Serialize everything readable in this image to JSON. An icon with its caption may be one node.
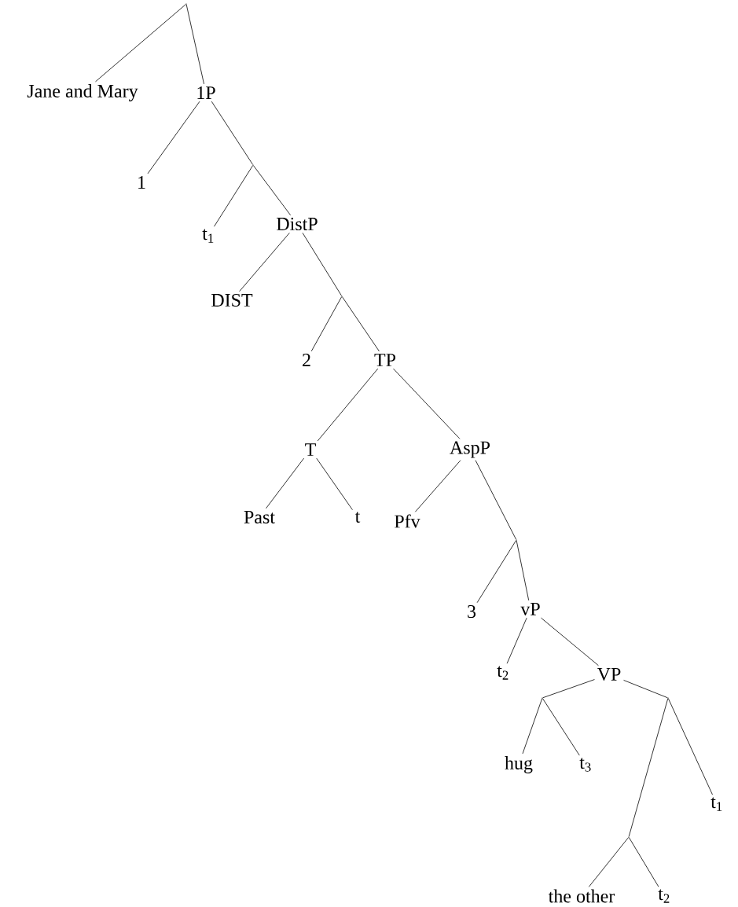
{
  "diagram": {
    "nodes": [
      {
        "text": [],
        "shape": "point"
      },
      {
        "text": [
          "Jane and Mary"
        ]
      },
      {
        "text": [
          "1P"
        ]
      },
      {
        "text": [
          "1"
        ]
      },
      {
        "text": [],
        "shape": "point"
      },
      {
        "text": [
          "t$_{1}$"
        ]
      },
      {
        "text": [
          "DistP"
        ]
      },
      {
        "text": [
          "DIST"
        ]
      },
      {
        "text": [],
        "shape": "point"
      },
      {
        "text": [
          "2"
        ]
      },
      {
        "text": [
          "TP"
        ]
      },
      {
        "text": [
          "T"
        ]
      },
      {
        "text": [
          "AspP"
        ]
      },
      {
        "text": [
          "Past"
        ]
      },
      {
        "text": [
          "t"
        ]
      },
      {
        "text": [
          "Pfv"
        ]
      },
      {
        "text": [],
        "shape": "point"
      },
      {
        "text": [
          "3"
        ]
      },
      {
        "text": [
          "vP"
        ]
      },
      {
        "text": [
          "t$_{2}$"
        ]
      },
      {
        "text": [
          "VP"
        ]
      },
      {
        "text": [],
        "shape": "point"
      },
      {
        "text": [],
        "shape": "point"
      },
      {
        "text": [
          "hug"
        ]
      },
      {
        "text": [
          "t$_{3}$"
        ]
      },
      {
        "text": [
          "t$_{1}$"
        ]
      },
      {
        "text": [],
        "shape": "point"
      },
      {
        "text": [
          "the other"
        ]
      },
      {
        "text": [
          "t$_{2}$"
        ]
      }
    ],
    "edges": [
      {
        "from": 0,
        "to": 1,
        "arrow": "none"
      },
      {
        "from": 0,
        "to": 2,
        "arrow": "none"
      },
      {
        "from": 2,
        "to": 3,
        "arrow": "none"
      },
      {
        "from": 2,
        "to": 4,
        "arrow": "none"
      },
      {
        "from": 4,
        "to": 5,
        "arrow": "none"
      },
      {
        "from": 4,
        "to": 6,
        "arrow": "none"
      },
      {
        "from": 6,
        "to": 7,
        "arrow": "none"
      },
      {
        "from": 6,
        "to": 8,
        "arrow": "none"
      },
      {
        "from": 8,
        "to": 9,
        "arrow": "none"
      },
      {
        "from": 8,
        "to": 10,
        "arrow": "none"
      },
      {
        "from": 10,
        "to": 11,
        "arrow": "none"
      },
      {
        "from": 10,
        "to": 12,
        "arrow": "none"
      },
      {
        "from": 11,
        "to": 13,
        "arrow": "none"
      },
      {
        "from": 11,
        "to": 14,
        "arrow": "none"
      },
      {
        "from": 12,
        "to": 15,
        "arrow": "none"
      },
      {
        "from": 12,
        "to": 16,
        "arrow": "none"
      },
      {
        "from": 16,
        "to": 17,
        "arrow": "none"
      },
      {
        "from": 16,
        "to": 18,
        "arrow": "none"
      },
      {
        "from": 18,
        "to": 19,
        "arrow": "none"
      },
      {
        "from": 18,
        "to": 20,
        "arrow": "none"
      },
      {
        "from": 20,
        "to": 21,
        "arrow": "none"
      },
      {
        "from": 20,
        "to": 22,
        "arrow": "none"
      },
      {
        "from": 21,
        "to": 23,
        "arrow": "none"
      },
      {
        "from": 21,
        "to": 24,
        "arrow": "none"
      },
      {
        "from": 22,
        "to": 26,
        "arrow": "none"
      },
      {
        "from": 22,
        "to": 25,
        "arrow": "none"
      },
      {
        "from": 26,
        "to": 27,
        "arrow": "none"
      },
      {
        "from": 26,
        "to": 28,
        "arrow": "none"
      }
    ]
  }
}
